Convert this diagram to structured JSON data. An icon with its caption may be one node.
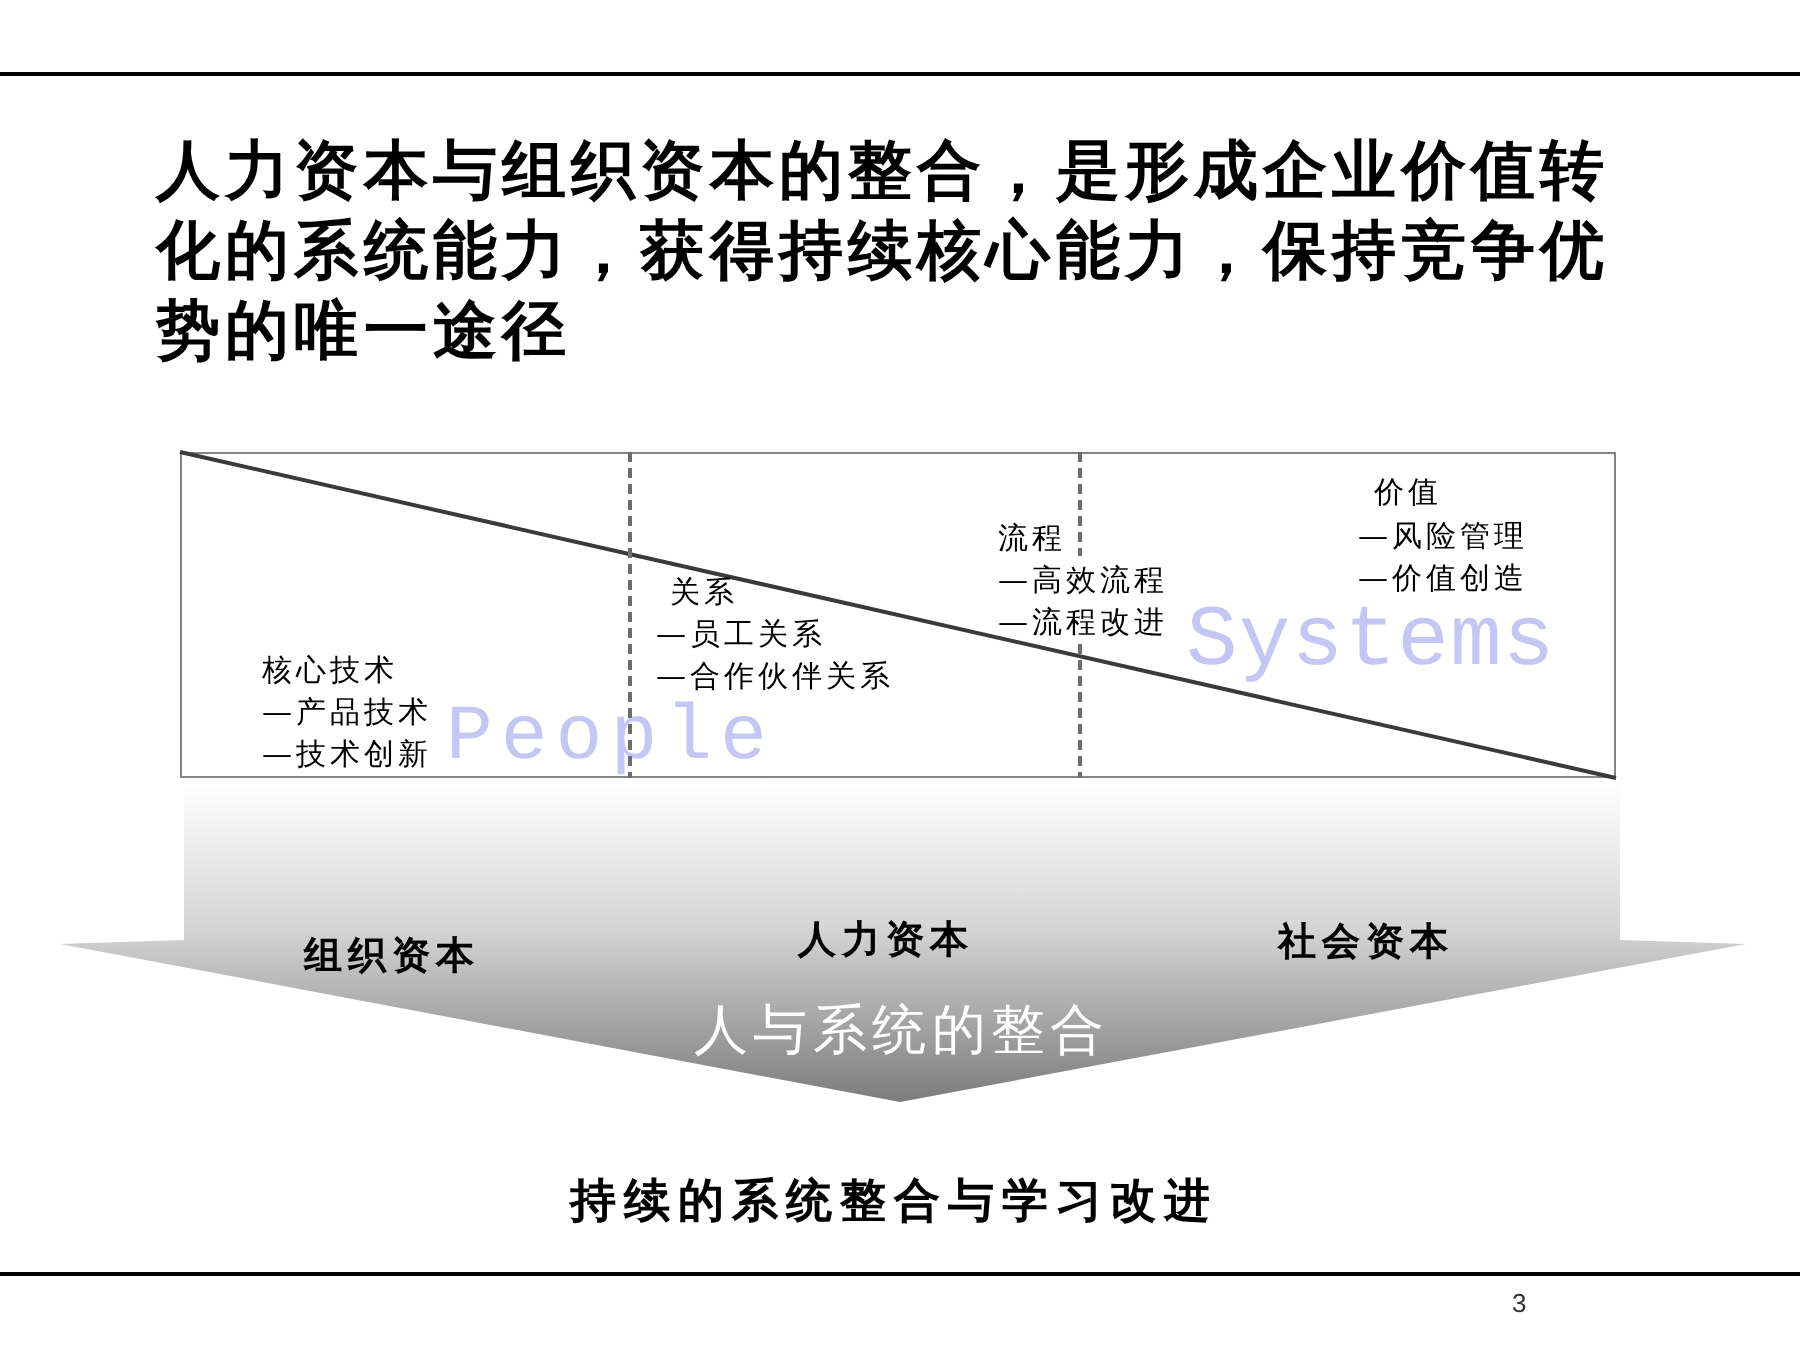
{
  "diagram": {
    "title": "人力资本与组织资本的整合，是形成企业价值转化的系统能力，获得持续核心能力，保持竞争优势的唯一途径",
    "nodes": [
      {
        "text": [
          "核心技术",
          "—产品技术",
          "—技术创新",
          "关系",
          "—员工关系",
          "—合作伙伴关系",
          "流程",
          "—高效流程",
          "—流程改进",
          "价值",
          "—风险管理",
          "—价值创造",
          "People",
          "Systems"
        ]
      },
      {
        "text": [
          "组织资本",
          "人力资本",
          "社会资本",
          "人与系统的整合"
        ]
      }
    ],
    "labels": [
      "持续的系统整合与学习改进",
      "3"
    ]
  }
}
